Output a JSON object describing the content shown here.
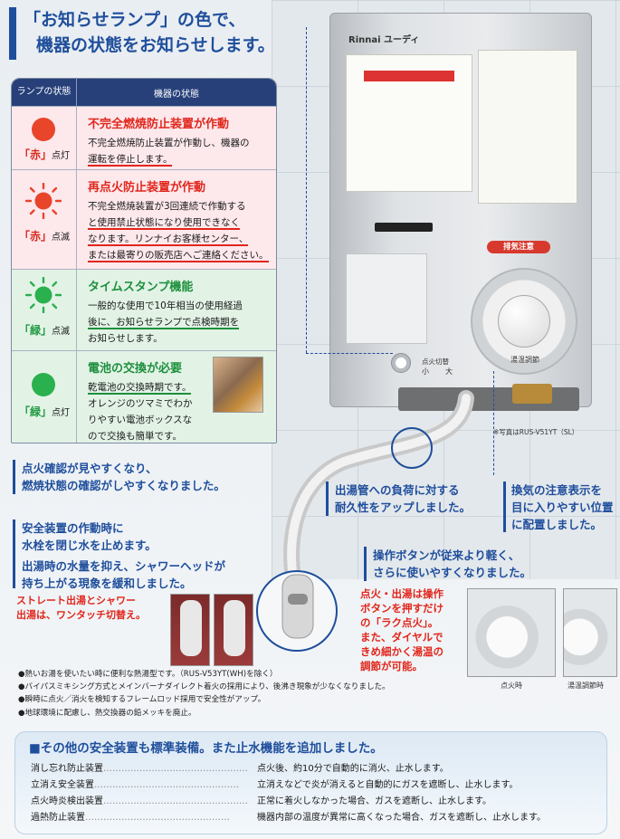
{
  "heading": {
    "line1": "「お知らせランプ」の色で、",
    "line2": "機器の状態をお知らせします。"
  },
  "table": {
    "col_lamp": "ランプの状態",
    "col_status": "機器の状態",
    "rows": [
      {
        "lamp_color": "「赤」",
        "lamp_mode": "点灯",
        "title": "不完全燃焼防止装置が作動",
        "lines": [
          "不完全燃焼防止装置が作動し、機器の",
          "運転を停止します。"
        ]
      },
      {
        "lamp_color": "「赤」",
        "lamp_mode": "点滅",
        "title": "再点火防止装置が作動",
        "lines": [
          "不完全燃焼装置が3回連続で作動する",
          "と使用禁止状態になり使用できなく",
          "なります。リンナイお客様センター、",
          "または最寄りの販売店へご連絡ください。"
        ]
      },
      {
        "lamp_color": "「緑」",
        "lamp_mode": "点滅",
        "title": "タイムスタンプ機能",
        "lines": [
          "一般的な使用で10年相当の使用経過",
          "後に、お知らせランプで点検時期を",
          "お知らせします。"
        ]
      },
      {
        "lamp_color": "「緑」",
        "lamp_mode": "点灯",
        "title": "電池の交換が必要",
        "lines": [
          "乾電池の交換時期です。",
          "オレンジのツマミでわか",
          "りやすい電池ボックスな",
          "ので交換も簡単です。"
        ]
      }
    ]
  },
  "heater": {
    "brand": "Rinnai ユーディ",
    "warning_badge": "排気注意",
    "dial_label": "湯温調節",
    "fire_switch": "点火切替",
    "switch_small": "小",
    "switch_large": "大",
    "photo_note": "※写真はRUS-V51YT（SL）"
  },
  "callouts": {
    "ignition_1": "点火確認が見やすくなり、",
    "ignition_2": "燃焼状態の確認がしやすくなりました。",
    "pipe_1": "出湯管への負荷に対する",
    "pipe_2": "耐久性をアップしました。",
    "vent_1": "換気の注意表示を",
    "vent_2": "目に入りやすい位置",
    "vent_3": "に配置しました。",
    "safety_1": "安全装置の作動時に",
    "safety_2": "水栓を閉じ水を止めます。",
    "water_1": "出湯時の水量を抑え、シャワーヘッドが",
    "water_2": "持ち上がる現象を緩和しました。",
    "straight_1": "ストレート出湯とシャワー",
    "straight_2": "出湯は、ワンタッチ切替え。",
    "button_1": "操作ボタンが従来より軽く、",
    "button_2": "さらに使いやすくなりました。",
    "raku_1": "点火・出湯は操作",
    "raku_2": "ボタンを押すだけ",
    "raku_3": "の「ラク点火」。",
    "raku_4": "また、ダイヤルで",
    "raku_5": "きめ細かく湯温の",
    "raku_6": "調節が可能。",
    "photo_caption_1": "点火時",
    "photo_caption_2": "湯温調節時"
  },
  "bullets": [
    "●熱いお湯を使いたい時に便利な熱湯型です。（RUS-V53YT(WH)を除く）",
    "●バイパスミキシング方式とメインバーナダイレクト着火の採用により、後沸き現象が少なくなりました。",
    "●瞬時に点火／消火を検知するフレームロッド採用で安全性がアップ。",
    "●地球環境に配慮し、熱交換器の鉛メッキを廃止。"
  ],
  "safety": {
    "title": "■その他の安全装置も標準装備。また止水機能を追加しました。",
    "items": [
      {
        "name": "消し忘れ防止装置",
        "desc": "点火後、約10分で自動的に消火、止水します。"
      },
      {
        "name": "立消え安全装置",
        "desc": "立消えなどで炎が消えると自動的にガスを遮断し、止水します。"
      },
      {
        "name": "点火時炎検出装置",
        "desc": "正常に着火しなかった場合、ガスを遮断し、止水します。"
      },
      {
        "name": "過熱防止装置",
        "desc": "機器内部の温度が異常に高くなった場合、ガスを遮断し、止水します。"
      }
    ]
  },
  "colors": {
    "brand_blue": "#1f4e9c",
    "alert_red": "#e1261c",
    "ok_green": "#1d8f3c"
  }
}
